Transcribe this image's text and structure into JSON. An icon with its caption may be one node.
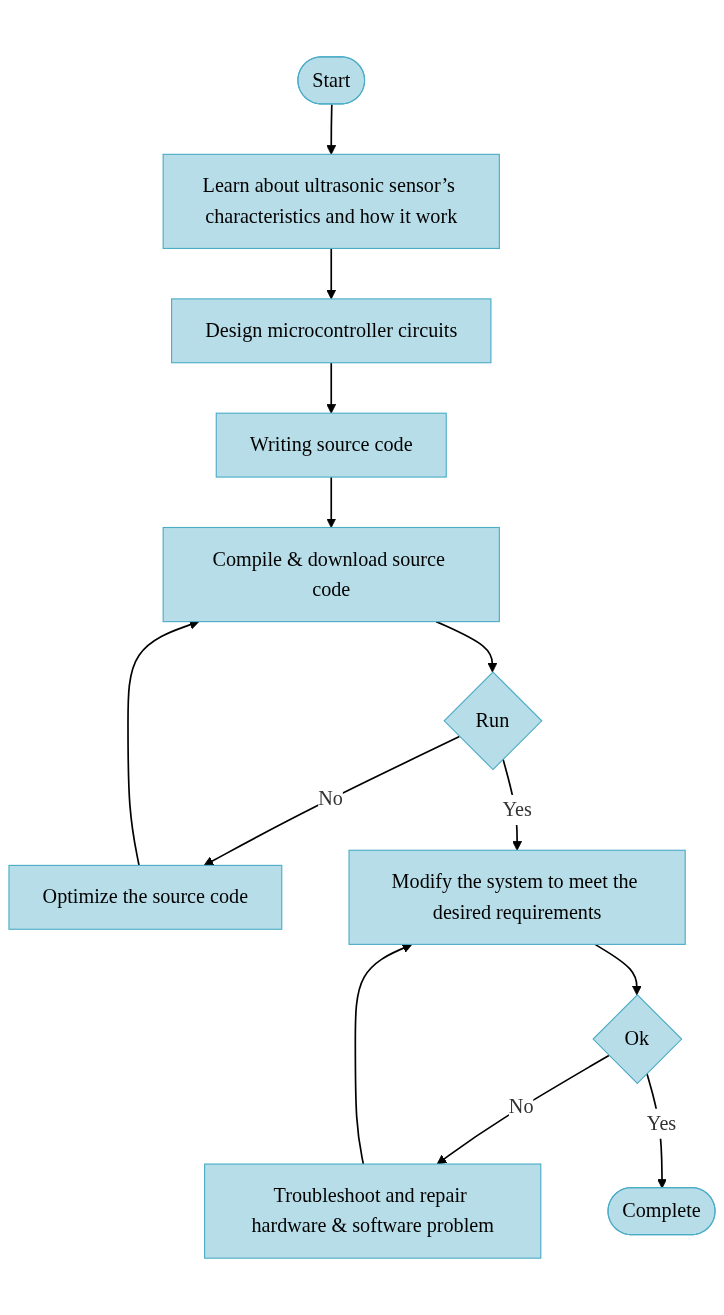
{
  "diagram": {
    "nodes": [
      {
        "text": [
          "Start"
        ]
      },
      {
        "text": [
          "Learn about ultrasonic sensor’s characteristics and how it work"
        ]
      },
      {
        "text": [
          "Design microcontroller circuits"
        ]
      },
      {
        "text": [
          "Writing source code"
        ]
      },
      {
        "text": [
          "Compile & download source code"
        ]
      },
      {
        "text": [
          "Run"
        ]
      },
      {
        "text": [
          "Optimize the source code"
        ]
      },
      {
        "text": [
          "Modify the system to meet the desired requirements"
        ]
      },
      {
        "text": [
          "Ok"
        ]
      },
      {
        "text": [
          "Troubleshoot and repair hardware & software problem"
        ]
      },
      {
        "text": [
          "Complete"
        ]
      }
    ],
    "edges": [
      {
        "from": 0,
        "to": 1,
        "arrow": "to"
      },
      {
        "from": 1,
        "to": 2,
        "arrow": "to"
      },
      {
        "from": 2,
        "to": 3,
        "arrow": "to"
      },
      {
        "from": 3,
        "to": 4,
        "arrow": "to"
      },
      {
        "from": 4,
        "to": 5,
        "arrow": "to"
      },
      {
        "from": 5,
        "to": 6,
        "label": "No",
        "arrow": "to"
      },
      {
        "from": 6,
        "to": 4,
        "arrow": "to"
      },
      {
        "from": 5,
        "to": 7,
        "label": "Yes",
        "arrow": "to"
      },
      {
        "from": 7,
        "to": 8,
        "arrow": "to"
      },
      {
        "from": 8,
        "to": 9,
        "label": "No",
        "arrow": "to"
      },
      {
        "from": 9,
        "to": 7,
        "arrow": "to"
      },
      {
        "from": 8,
        "to": 10,
        "label": "Yes",
        "arrow": "to"
      }
    ]
  }
}
